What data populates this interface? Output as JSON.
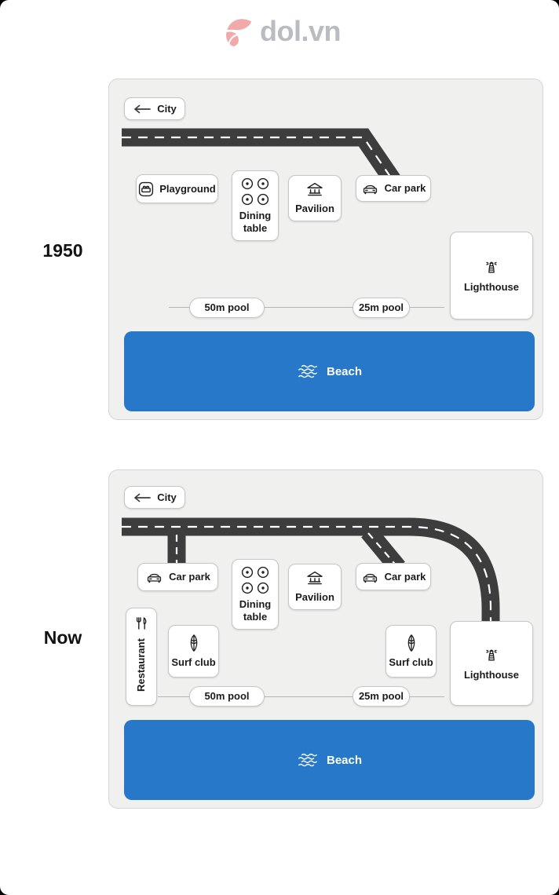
{
  "logo": {
    "brand": "dol.vn"
  },
  "colors": {
    "beach_blue": "#2778c8",
    "road_dark": "#3d3d3d",
    "panel_bg": "#f0f0ee",
    "logo_pink": "#f1a9aa",
    "logo_gray": "#b9bcc0"
  },
  "icons": {
    "logo": "dol-leaf-mark",
    "city": "long-left-arrow",
    "playground": "toy-brick",
    "dining_table": "round-table-top-view",
    "pavilion": "classical-building",
    "car_park": "car-front",
    "lighthouse": "lighthouse-tower",
    "restaurant": "fork-and-knife",
    "surf_club": "surfboard",
    "beach": "waves"
  },
  "map_1950": {
    "era_label": "1950",
    "city_label": "City",
    "playground": "Playground",
    "dining_table": "Dining table",
    "pavilion": "Pavilion",
    "car_park": "Car park",
    "lighthouse": "Lighthouse",
    "pool_50m": "50m pool",
    "pool_25m": "25m pool",
    "beach": "Beach"
  },
  "map_now": {
    "era_label": "Now",
    "city_label": "City",
    "car_park_left": "Car park",
    "dining_table": "Dining table",
    "pavilion": "Pavilion",
    "car_park_right": "Car park",
    "restaurant": "Restaurant",
    "surf_club_left": "Surf club",
    "surf_club_right": "Surf club",
    "lighthouse": "Lighthouse",
    "pool_50m": "50m pool",
    "pool_25m": "25m pool",
    "beach": "Beach"
  }
}
